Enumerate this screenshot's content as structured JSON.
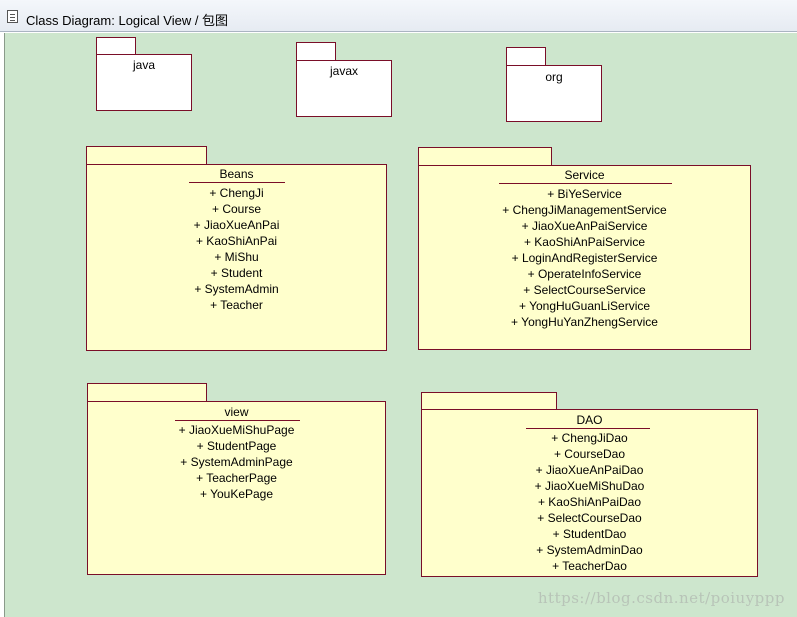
{
  "window": {
    "title": "Class Diagram: Logical View / 包图"
  },
  "packages": {
    "java": {
      "name": "java"
    },
    "javax": {
      "name": "javax"
    },
    "org": {
      "name": "org"
    },
    "beans": {
      "name": "Beans",
      "members": [
        "+ ChengJi",
        "+ Course",
        "+ JiaoXueAnPai",
        "+ KaoShiAnPai",
        "+ MiShu",
        "+ Student",
        "+ SystemAdmin",
        "+ Teacher"
      ]
    },
    "service": {
      "name": "Service",
      "members": [
        "+ BiYeService",
        "+ ChengJiManagementService",
        "+ JiaoXueAnPaiService",
        "+ KaoShiAnPaiService",
        "+ LoginAndRegisterService",
        "+ OperateInfoService",
        "+ SelectCourseService",
        "+ YongHuGuanLiService",
        "+ YongHuYanZhengService"
      ]
    },
    "view": {
      "name": "view",
      "members": [
        "+ JiaoXueMiShuPage",
        "+ StudentPage",
        "+ SystemAdminPage",
        "+ TeacherPage",
        "+ YouKePage"
      ]
    },
    "dao": {
      "name": "DAO",
      "members": [
        "+ ChengJiDao",
        "+ CourseDao",
        "+ JiaoXueAnPaiDao",
        "+ JiaoXueMiShuDao",
        "+ KaoShiAnPaiDao",
        "+ SelectCourseDao",
        "+ StudentDao",
        "+ SystemAdminDao",
        "+ TeacherDao"
      ]
    }
  },
  "watermark": "https://blog.csdn.net/poiuyppp",
  "colors": {
    "canvas": "#cde6cd",
    "package_fill": "#ffffcc",
    "package_border": "#7a0e28"
  }
}
